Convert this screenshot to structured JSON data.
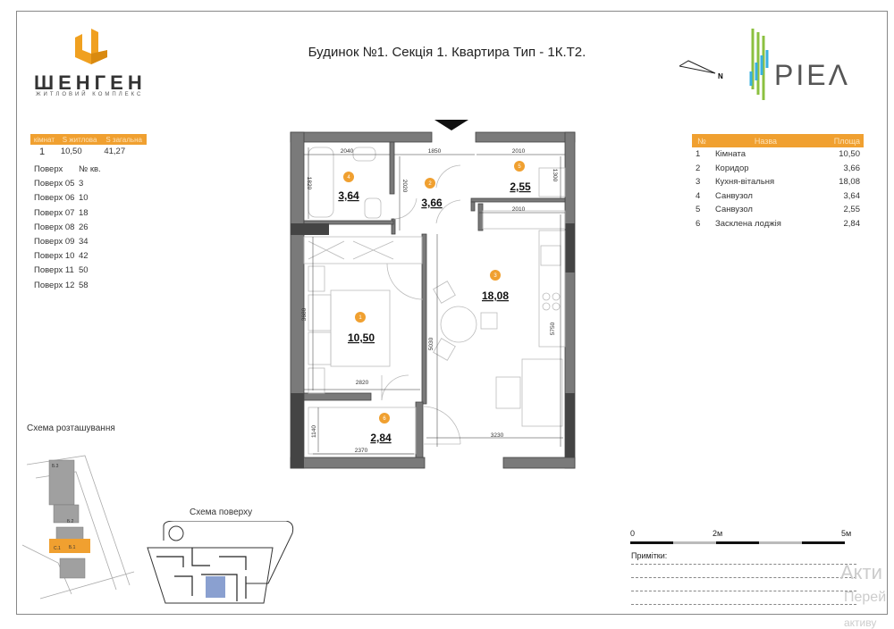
{
  "title": "Будинок №1. Секція 1. Квартира Тип - 1К.Т2.",
  "logo_left": {
    "name": "ШЕНГЕН",
    "subtitle": "ЖИТЛОВИЙ КОМПЛЕКС",
    "color": "#f0a020"
  },
  "logo_right": {
    "name": "PIEΛ",
    "compass": "N"
  },
  "summary": {
    "headers": [
      "кімнат",
      "S житлова",
      "S загальна"
    ],
    "values": [
      "1",
      "10,50",
      "41,27"
    ]
  },
  "floors": {
    "headers": [
      "Поверх",
      "№ кв."
    ],
    "rows": [
      [
        "Поверх 05",
        "3"
      ],
      [
        "Поверх 06",
        "10"
      ],
      [
        "Поверх 07",
        "18"
      ],
      [
        "Поверх 08",
        "26"
      ],
      [
        "Поверх 09",
        "34"
      ],
      [
        "Поверх 10",
        "42"
      ],
      [
        "Поверх 11",
        "50"
      ],
      [
        "Поверх 12",
        "58"
      ]
    ]
  },
  "rooms_table": {
    "headers": [
      "№",
      "Назва",
      "Площа"
    ],
    "rows": [
      [
        "1",
        "Кімната",
        "10,50"
      ],
      [
        "2",
        "Коридор",
        "3,66"
      ],
      [
        "3",
        "Кухня-вітальня",
        "18,08"
      ],
      [
        "4",
        "Санвузол",
        "3,64"
      ],
      [
        "5",
        "Санвузол",
        "2,55"
      ],
      [
        "6",
        "Засклена лоджія",
        "2,84"
      ]
    ]
  },
  "plan": {
    "rooms": [
      {
        "n": "1",
        "area": "10,50"
      },
      {
        "n": "2",
        "area": "3,66"
      },
      {
        "n": "3",
        "area": "18,08"
      },
      {
        "n": "4",
        "area": "3,64"
      },
      {
        "n": "5",
        "area": "2,55"
      },
      {
        "n": "6",
        "area": "2,84"
      }
    ],
    "dims": [
      "2040",
      "1850",
      "2010",
      "1820",
      "2020",
      "1300",
      "2010",
      "3680",
      "5030",
      "5750",
      "2820",
      "3230",
      "1140",
      "2370"
    ],
    "accent": "#f0a030"
  },
  "site_scheme": {
    "label": "Схема розташування",
    "buildings": [
      "Б.1",
      "Б.2",
      "Б.3",
      "С.1"
    ]
  },
  "floor_scheme": {
    "label": "Схема поверху",
    "highlight": "#8aa0d0"
  },
  "scale": {
    "labels": [
      "0",
      "2м",
      "5м"
    ]
  },
  "notes": {
    "label": "Примітки:"
  },
  "watermark": [
    "Акти",
    "Перей",
    "активу"
  ]
}
